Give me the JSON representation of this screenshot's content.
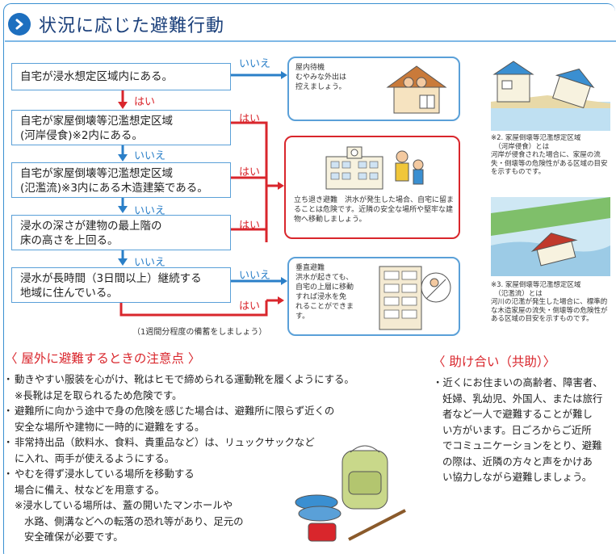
{
  "header": {
    "title": "状況に応じた避難行動"
  },
  "flow": {
    "q1": "自宅が浸水想定区域内にある。",
    "q2_line1": "自宅が家屋倒壊等氾濫想定区域",
    "q2_line2": "(河岸侵食)※2内にある。",
    "q3_line1": "自宅が家屋倒壊等氾濫想定区域",
    "q3_line2": "(氾濫流)※3内にある木造建築である。",
    "q4_line1": "浸水の深さが建物の最上階の",
    "q4_line2": "床の高さを上回る。",
    "q5_line1": "浸水が長時間（3日間以上）継続する",
    "q5_line2": "地域に住んでいる。",
    "yes": "はい",
    "no": "いいえ",
    "stockpile_note": "（1週間分程度の備蓄をしましょう）"
  },
  "results": {
    "stay": "屋内待機\nむやみな外出は\n控えましょう。",
    "evacuate": "立ち退き避難　洪水が発生した場合、自宅に留まることは危険です。近隣の安全な場所や堅牢な建物へ移動しましょう。",
    "vertical": "垂直避難\n洪水が起きても、\n自宅の上層に移動\nすれば浸水を免\nれることができま\nす。"
  },
  "notes": {
    "note2": "※2. 家屋倒壊等氾濫想定区域\n　（河岸侵食）とは\n河岸が侵食された場合に、家屋の流失・倒壊等の危険性がある区域の目安を示すものです。",
    "note3": "※3. 家屋倒壊等氾濫想定区域\n　（氾濫流）とは\n河川の氾濫が発生した場合に、標準的な木造家屋の流失・倒壊等の危険性がある区域の目安を示すものです。"
  },
  "outdoor": {
    "title": "〈 屋外に避難するときの注意点 〉",
    "b1": "動きやすい服装を心がけ、靴はヒモで締められる運動靴を履くようにする。",
    "b1_note": "※長靴は足を取られるため危険です。",
    "b2_l1": "避難所に向かう途中で身の危険を感じた場合は、避難所に限らず近くの",
    "b2_l2": "安全な場所や建物に一時的に避難をする。",
    "b3_l1": "非常持出品（飲料水、食料、貴重品など）は、リュックサックなど",
    "b3_l2": "に入れ、両手が使えるようにする。",
    "b4_l1": "やむを得ず浸水している場所を移動する",
    "b4_l2": "場合に備え、杖などを用意する。",
    "b4_n1": "※浸水している場所は、蓋の開いたマンホールや",
    "b4_n2": "水路、側溝などへの転落の恐れ等があり、足元の",
    "b4_n3": "安全確保が必要です。"
  },
  "help": {
    "title": "〈 助け合い（共助）〉",
    "l1": "・近くにお住まいの高齢者、障害者、",
    "l2": "妊婦、乳幼児、外国人、または旅行",
    "l3": "者など一人で避難することが難し",
    "l4": "い方がいます。日ごろからご近所",
    "l5": "でコミュニケーションをとり、避難",
    "l6": "の際は、近隣の方々と声をかけあ",
    "l7": "い協力しながら避難しましょう。"
  }
}
